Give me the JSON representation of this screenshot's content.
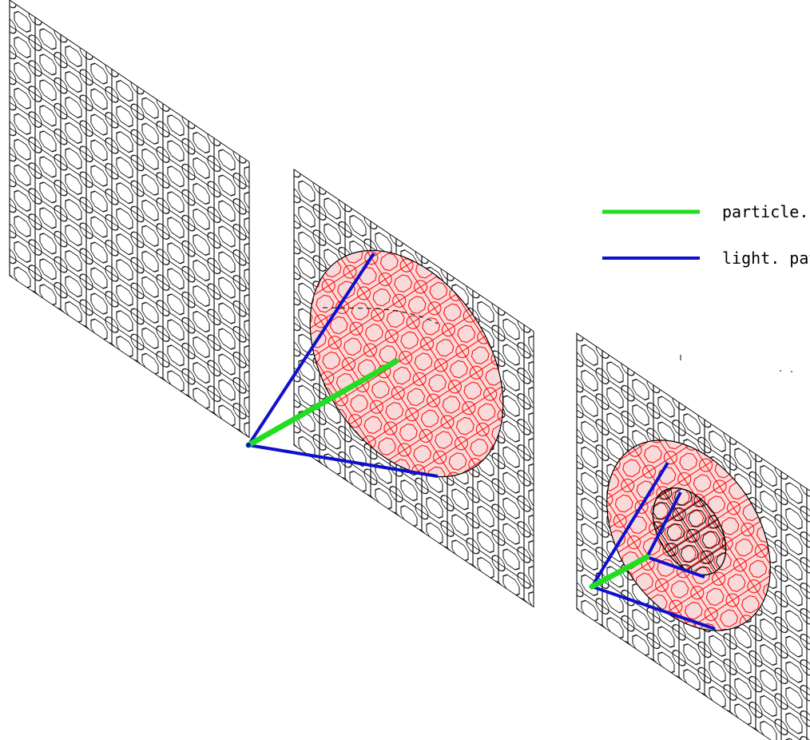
{
  "legend": {
    "items": [
      {
        "label": "particle. pat",
        "color": "#22dd22"
      },
      {
        "label": "light. path",
        "color": "#1010cc"
      }
    ]
  },
  "colors": {
    "grid": "#000000",
    "ellipse_fill": "#f8dada",
    "ellipse_pattern": "#ff0000",
    "particle": "#22dd22",
    "light": "#1010cc"
  },
  "icons": [
    "diamond-circle-grid-pattern"
  ]
}
